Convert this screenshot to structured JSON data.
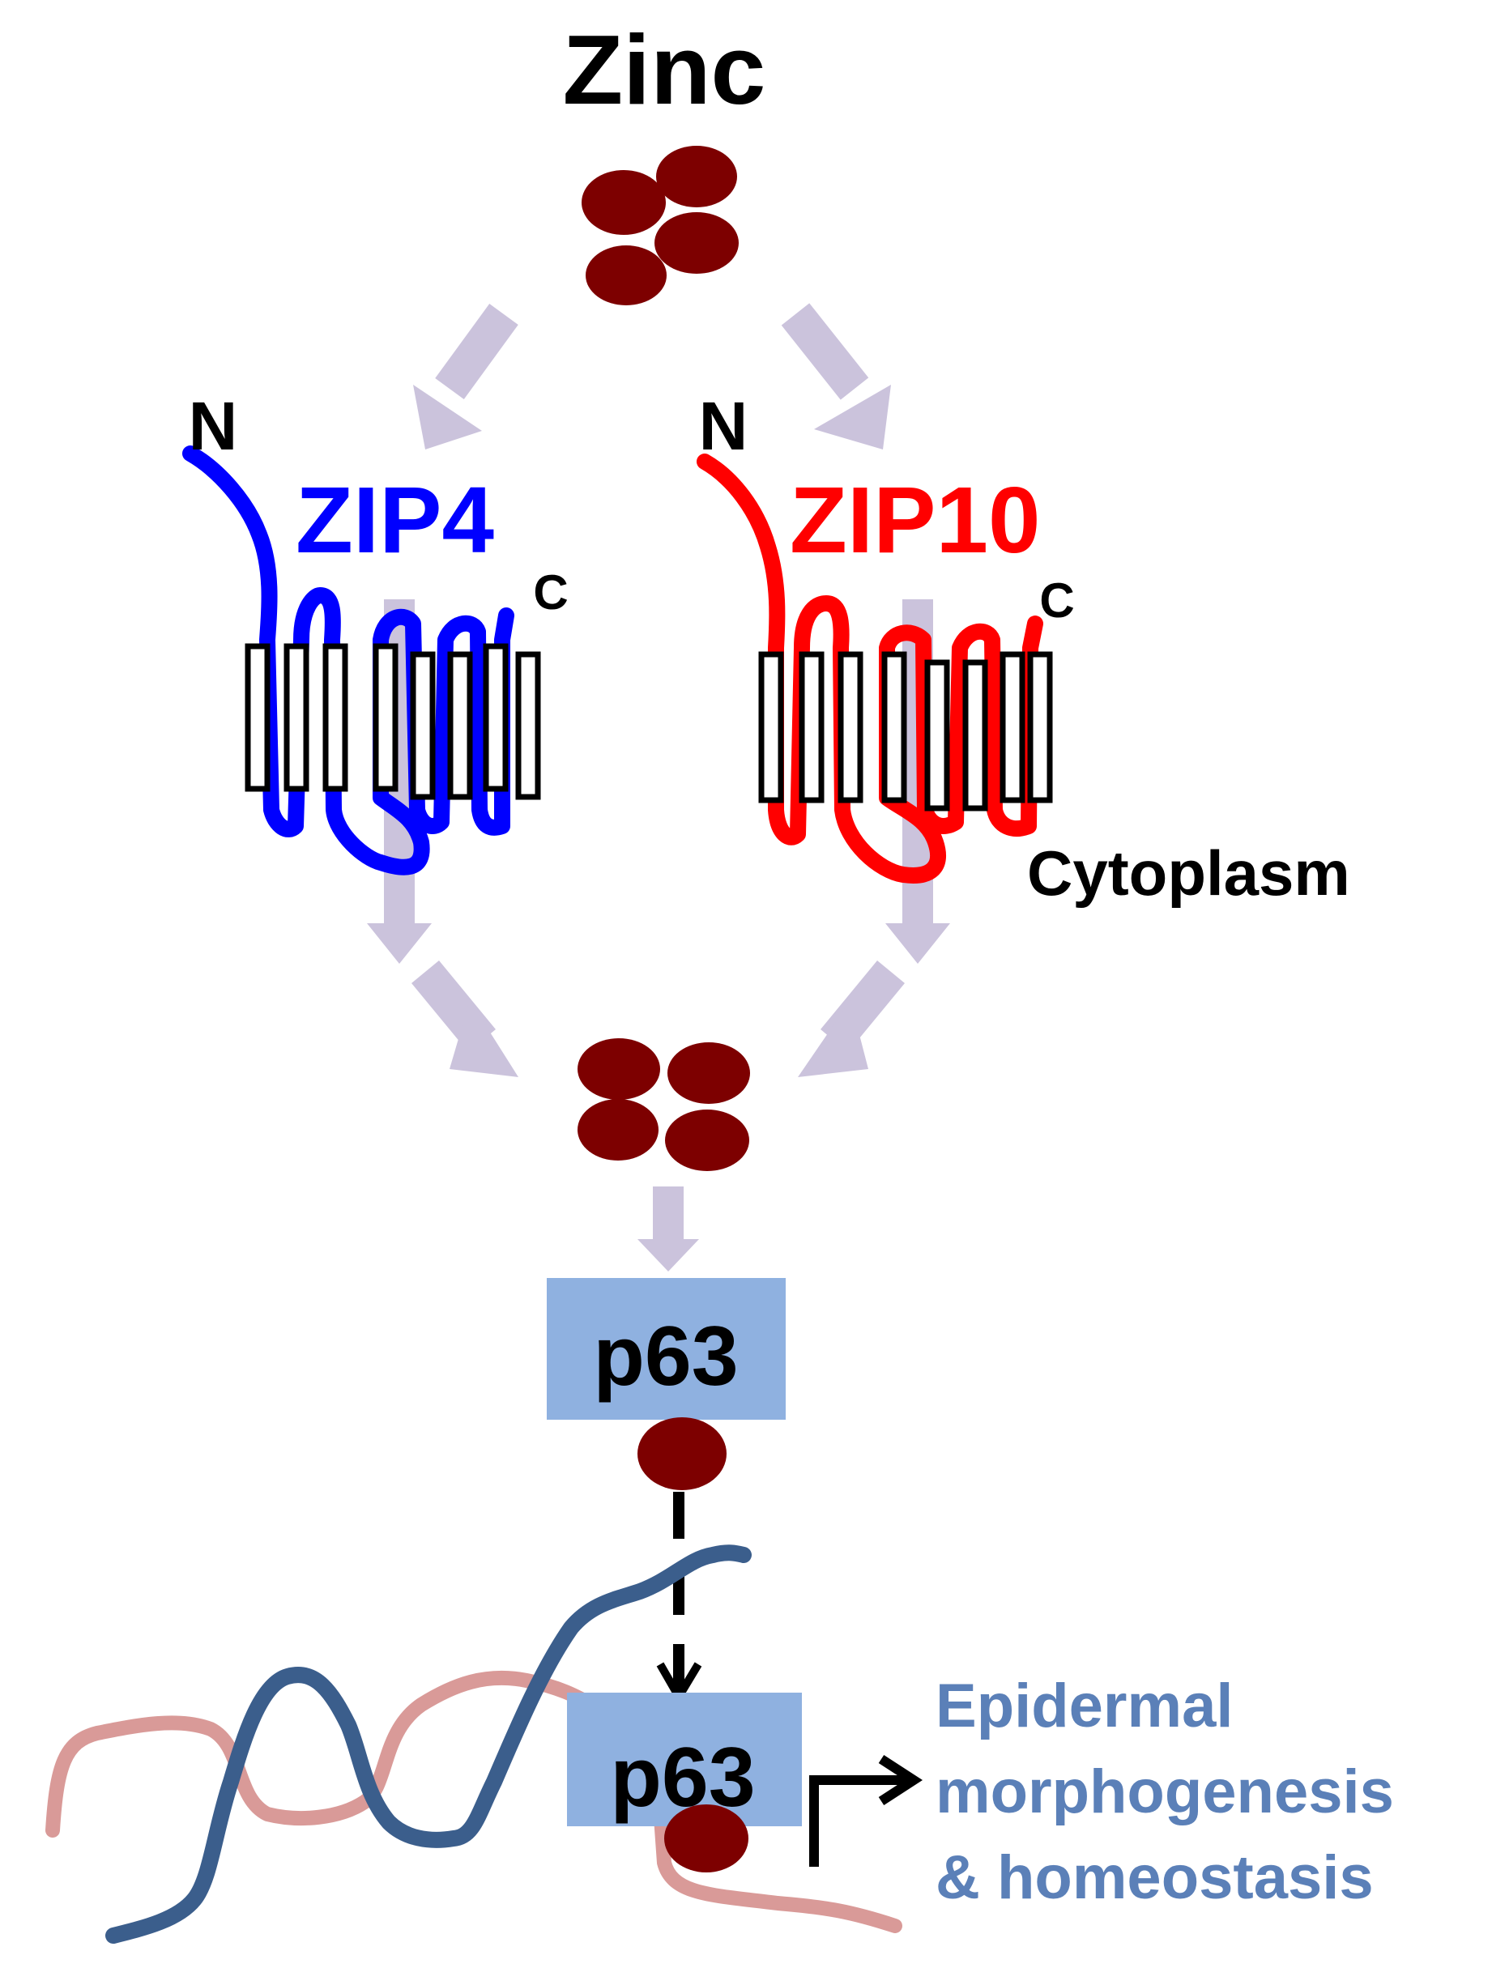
{
  "title": "Zinc",
  "transporters": [
    {
      "name": "ZIP4",
      "n_terminus": "N",
      "c_terminus": "C",
      "color": "#0000ff"
    },
    {
      "name": "ZIP10",
      "n_terminus": "N",
      "c_terminus": "C",
      "color": "#ff0000"
    }
  ],
  "compartment_label": "Cytoplasm",
  "factor": "p63",
  "factor_dna_bound": "p63",
  "outcome": {
    "line1": "Epidermal",
    "line2": "morphogenesis",
    "line3": "& homeostasis",
    "color": "#5b80b8"
  },
  "colors": {
    "zinc": "#7d0000",
    "arrow": "#cbc3dc",
    "p63_box": "#8fb1e0",
    "dna_strand_dark": "#3b5e8c",
    "dna_strand_light": "#d99a98"
  }
}
